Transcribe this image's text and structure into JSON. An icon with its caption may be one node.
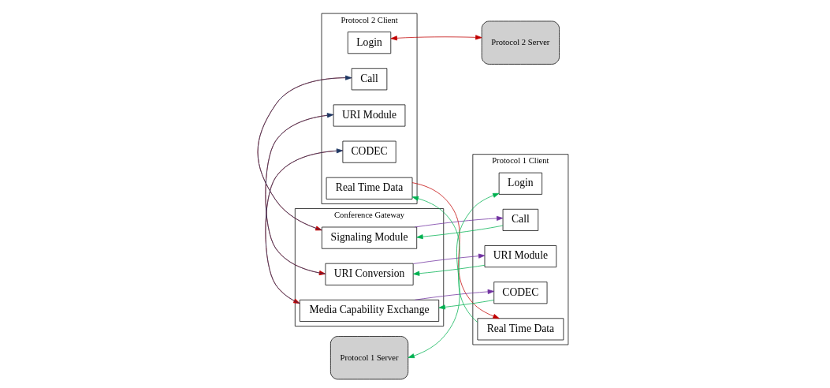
{
  "diagram": {
    "nodes": [
      {
        "text": [
          "Protocol 2 Client"
        ]
      },
      {
        "text": [
          "Login"
        ],
        "in": 0
      },
      {
        "text": [
          "Call"
        ],
        "in": 0
      },
      {
        "text": [
          "URI Module"
        ],
        "in": 0
      },
      {
        "text": [
          "CODEC"
        ],
        "in": 0
      },
      {
        "text": [
          "Real Time Data"
        ],
        "in": 0
      },
      {
        "text": [
          "Protocol 2 Server"
        ]
      },
      {
        "text": [
          "Conference Gateway"
        ]
      },
      {
        "text": [
          "Signaling Module"
        ],
        "in": 7
      },
      {
        "text": [
          "URI Conversion"
        ],
        "in": 7
      },
      {
        "text": [
          "Media Capability Exchange"
        ],
        "in": 7
      },
      {
        "text": [
          "Protocol 1 Server"
        ]
      },
      {
        "text": [
          "Protocol 1 Client"
        ]
      },
      {
        "text": [
          "Login"
        ],
        "in": 12
      },
      {
        "text": [
          "Call"
        ],
        "in": 12
      },
      {
        "text": [
          "URI Module"
        ],
        "in": 12
      },
      {
        "text": [
          "CODEC"
        ],
        "in": 12
      },
      {
        "text": [
          "Real Time Data"
        ],
        "in": 12
      }
    ],
    "edges": [
      {
        "from": 1,
        "to": 6,
        "arrow": "both",
        "color": "#c00000"
      },
      {
        "from": 8,
        "to": 2,
        "arrow": "to",
        "color": "#1f3864"
      },
      {
        "from": 2,
        "to": 8,
        "arrow": "to",
        "color": "#c00000"
      },
      {
        "from": 9,
        "to": 3,
        "arrow": "to",
        "color": "#1f3864"
      },
      {
        "from": 3,
        "to": 9,
        "arrow": "to",
        "color": "#c00000"
      },
      {
        "from": 10,
        "to": 4,
        "arrow": "to",
        "color": "#1f3864"
      },
      {
        "from": 4,
        "to": 10,
        "arrow": "to",
        "color": "#c00000"
      },
      {
        "from": 17,
        "to": 5,
        "arrow": "to",
        "color": "#00b050"
      },
      {
        "from": 5,
        "to": 17,
        "arrow": "to",
        "color": "#c00000"
      },
      {
        "from": 13,
        "to": 11,
        "arrow": "both",
        "color": "#00b050"
      },
      {
        "from": 14,
        "to": 8,
        "arrow": "to",
        "color": "#00b050"
      },
      {
        "from": 8,
        "to": 14,
        "arrow": "to",
        "color": "#7030a0"
      },
      {
        "from": 15,
        "to": 9,
        "arrow": "to",
        "color": "#00b050"
      },
      {
        "from": 9,
        "to": 15,
        "arrow": "to",
        "color": "#7030a0"
      },
      {
        "from": 16,
        "to": 10,
        "arrow": "to",
        "color": "#00b050"
      },
      {
        "from": 10,
        "to": 16,
        "arrow": "to",
        "color": "#7030a0"
      }
    ]
  }
}
